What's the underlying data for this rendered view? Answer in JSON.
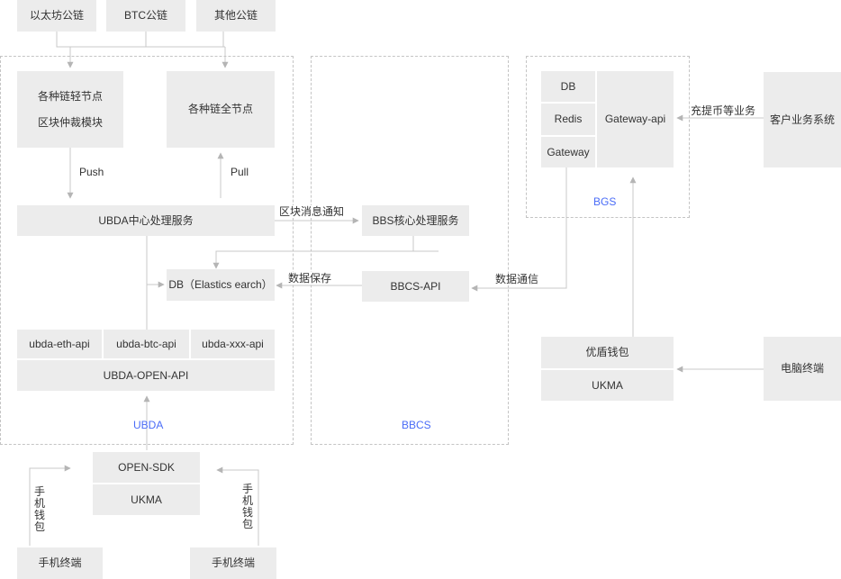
{
  "top_chains": {
    "eth": "以太坊公链",
    "btc": "BTC公链",
    "other": "其他公链"
  },
  "ubda": {
    "light_node_line1": "各种链轻节点",
    "light_node_line2": "区块仲裁模块",
    "full_node": "各种链全节点",
    "push_label": "Push",
    "pull_label": "Pull",
    "center_service": "UBDA中心处理服务",
    "db": "DB（Elastics earch）",
    "api_eth": "ubda-eth-api",
    "api_btc": "ubda-btc-api",
    "api_xxx": "ubda-xxx-api",
    "open_api": "UBDA-OPEN-API",
    "region_name": "UBDA"
  },
  "bbcs": {
    "core_service": "BBS核心处理服务",
    "api": "BBCS-API",
    "region_name": "BBCS",
    "block_notify_label": "区块消息通知",
    "data_save_label": "数据保存",
    "data_comm_label": "数据通信"
  },
  "bgs": {
    "db": "DB",
    "redis": "Redis",
    "gateway": "Gateway",
    "gateway_api": "Gateway-api",
    "region_name": "BGS",
    "recharge_label": "充提币等业务"
  },
  "customer_system": "客户业务系统",
  "pc_wallet": {
    "name": "优盾钱包",
    "ukma": "UKMA",
    "terminal": "电脑终端"
  },
  "sdk": {
    "open_sdk": "OPEN-SDK",
    "ukma": "UKMA",
    "mobile_wallet_left": "手机钱包",
    "mobile_wallet_right": "手机钱包",
    "terminal_left": "手机终端",
    "terminal_right": "手机终端"
  }
}
